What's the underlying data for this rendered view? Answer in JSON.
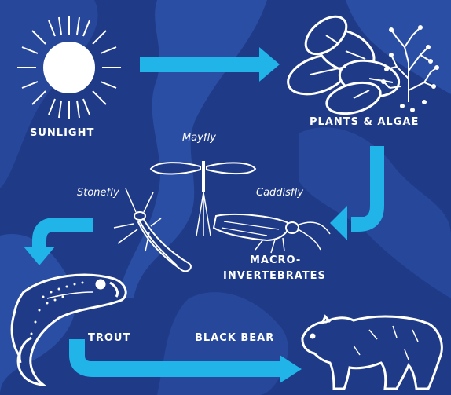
{
  "labels": {
    "sunlight": "SUNLIGHT",
    "plants": "PLANTS & ALGAE",
    "mayfly": "Mayfly",
    "stonefly": "Stonefly",
    "caddisfly": "Caddisfly",
    "macro_line1": "MACRO-",
    "macro_line2": "INVERTEBRATES",
    "trout": "TROUT",
    "bear": "BLACK BEAR"
  },
  "colors": {
    "background": "#1f3a86",
    "arrow": "#20b4e8",
    "outline": "#ffffff"
  },
  "icons": [
    "sun-icon",
    "plants-icon",
    "mayfly-icon",
    "stonefly-icon",
    "caddisfly-icon",
    "trout-icon",
    "bear-icon"
  ]
}
